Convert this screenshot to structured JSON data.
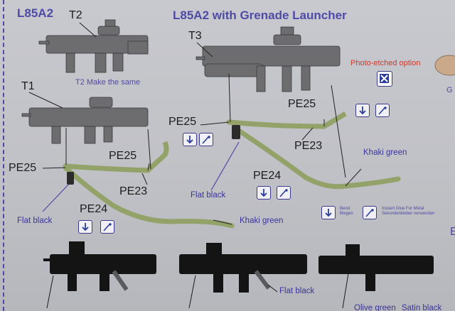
{
  "headings": {
    "left": "L85A2",
    "right": "L85A2 with Grenade Launcher"
  },
  "parts": {
    "t1": "T1",
    "t2": "T2",
    "t3": "T3",
    "pe25": "PE25",
    "pe23": "PE23",
    "pe24": "PE24"
  },
  "notes": {
    "t2_same": "T2 Make the same",
    "photo_etched": "Photo-etched option"
  },
  "paints": {
    "flat_black": "Flat black",
    "khaki_green": "Khaki green",
    "olive_green": "Olive green",
    "satin_black": "Satin black"
  },
  "legend": {
    "bend_en": "Bend",
    "bend_de": "Biegen",
    "glue_en": "Instant Glue For Metal",
    "glue_de": "Sekundenkleber verwenden"
  },
  "edge_fragments": {
    "g": "G",
    "b": "E"
  },
  "colors": {
    "heading": "#4f4aa5",
    "sling": "#93a268",
    "rifle_gray": "#6d6d70",
    "rifle_black": "#141414",
    "red_text": "#cc3a2e"
  },
  "icons": [
    "bend-icon",
    "glue-icon",
    "photo-etch-icon"
  ]
}
